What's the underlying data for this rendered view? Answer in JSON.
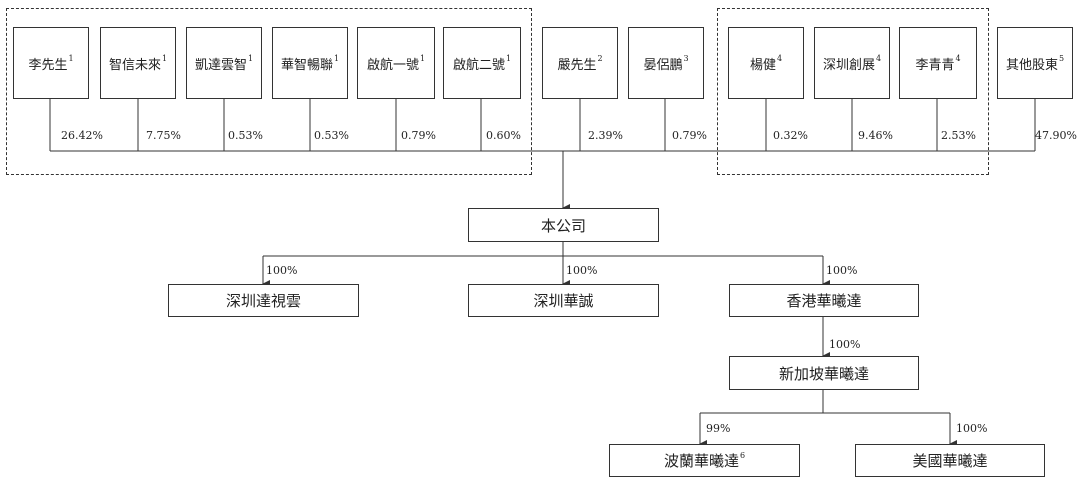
{
  "shareholders": [
    {
      "name": "李先生",
      "note": "1",
      "pct": "26.42%"
    },
    {
      "name": "智信未來",
      "note": "1",
      "pct": "7.75%"
    },
    {
      "name": "凱達雲智",
      "note": "1",
      "pct": "0.53%"
    },
    {
      "name": "華智暢聯",
      "note": "1",
      "pct": "0.53%"
    },
    {
      "name": "啟航一號",
      "note": "1",
      "pct": "0.79%"
    },
    {
      "name": "啟航二號",
      "note": "1",
      "pct": "0.60%"
    },
    {
      "name": "嚴先生",
      "note": "2",
      "pct": "2.39%"
    },
    {
      "name": "晏侶鵬",
      "note": "3",
      "pct": "0.79%"
    },
    {
      "name": "楊健",
      "note": "4",
      "pct": "0.32%"
    },
    {
      "name": "深圳創展",
      "note": "4",
      "pct": "9.46%"
    },
    {
      "name": "李青青",
      "note": "4",
      "pct": "2.53%"
    },
    {
      "name": "其他股東",
      "note": "5",
      "pct": "47.90%"
    }
  ],
  "company": {
    "name": "本公司"
  },
  "subsidiaries": {
    "sz_dashiyun": {
      "name": "深圳達視雲",
      "pct": "100%"
    },
    "sz_huacheng": {
      "name": "深圳華誠",
      "pct": "100%"
    },
    "hk_huaxida": {
      "name": "香港華曦達",
      "pct": "100%"
    },
    "sg_huaxida": {
      "name": "新加坡華曦達",
      "pct": "100%"
    },
    "pl_huaxida": {
      "name": "波蘭華曦達",
      "note": "6",
      "pct": "99%"
    },
    "us_huaxida": {
      "name": "美國華曦達",
      "pct": "100%"
    }
  }
}
